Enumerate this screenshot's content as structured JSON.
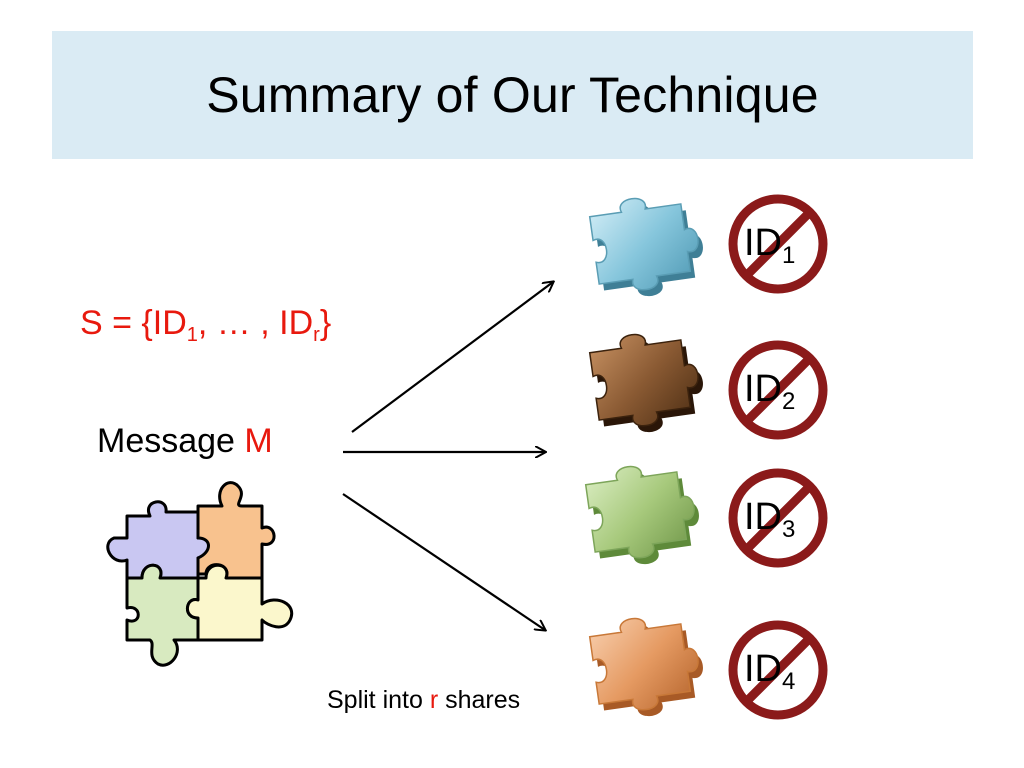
{
  "slide": {
    "title": "Summary of Our Technique",
    "set_label": {
      "prefix": "S = {ID",
      "first_sub": "1",
      "middle": ", … , ID",
      "last_sub": "r",
      "suffix": "}"
    },
    "message_label": {
      "text": "Message ",
      "var": "M"
    },
    "split_label": {
      "before": "Split into ",
      "var": "r",
      "after": " shares"
    },
    "shares": [
      {
        "id_text": "ID",
        "id_sub": "1",
        "piece_color": "#7fc0d6"
      },
      {
        "id_text": "ID",
        "id_sub": "2",
        "piece_color": "#8a5a33"
      },
      {
        "id_text": "ID",
        "id_sub": "3",
        "piece_color": "#a7c97c"
      },
      {
        "id_text": "ID",
        "id_sub": "4",
        "piece_color": "#e59a62"
      }
    ],
    "colors": {
      "title_bar": "#daebf4",
      "accent_red": "#e8190e",
      "prohibition": "#8b1a1a",
      "puzzle_purple": "#c9c7f2",
      "puzzle_orange": "#f8c28e",
      "puzzle_green": "#d8eac0",
      "puzzle_yellow": "#fbf7cc"
    }
  }
}
